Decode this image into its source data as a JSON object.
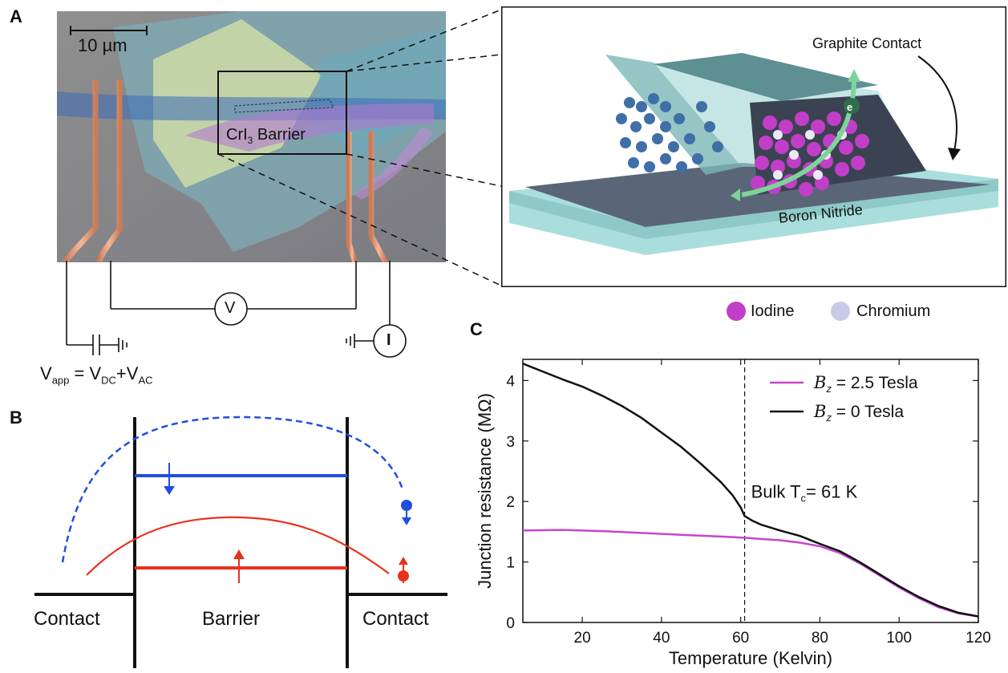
{
  "panels": {
    "a_label": "A",
    "b_label": "B",
    "c_label": "C"
  },
  "panel_a": {
    "scale_bar": "10 µm",
    "barrier_label_main": "CrI",
    "barrier_label_sub": "3",
    "barrier_label_tail": " Barrier",
    "voltmeter": "V",
    "current_meter": "I",
    "vapp_main": "V",
    "vapp_sub": "app",
    "vapp_eq": " = V",
    "vdc_sub": "DC",
    "plus_v": "+V",
    "vac_sub": "AC",
    "graphite_contact": "Graphite Contact",
    "boron_nitride": "Boron Nitride",
    "electron": "e",
    "legend_iodine": "Iodine",
    "legend_chromium": "Chromium",
    "colors": {
      "iodine": "#c23ec8",
      "chromium": "#c7cbe6",
      "hbn": "#8fd0d0",
      "graphite": "#5c6a7a"
    }
  },
  "panel_b": {
    "contact_left": "Contact",
    "barrier": "Barrier",
    "contact_right": "Contact",
    "colors": {
      "spin_down": "#1f4fe0",
      "spin_up": "#e8321e"
    }
  },
  "chart_data": {
    "type": "line",
    "xlabel": "Temperature (Kelvin)",
    "ylabel": "Junction resistance (MΩ)",
    "xlim": [
      5,
      120
    ],
    "ylim": [
      0,
      4.35
    ],
    "xticks": [
      20,
      40,
      60,
      80,
      100,
      120
    ],
    "yticks": [
      0,
      1,
      2,
      3,
      4
    ],
    "annotation": {
      "text_main": "Bulk T",
      "text_sub": "c",
      "text_tail": "= 61 K",
      "x": 61
    },
    "series": [
      {
        "name": "B_z = 2.5 Tesla",
        "legend_var": "B",
        "legend_sub": "z",
        "legend_val": " = 2.5 Tesla",
        "color": "#c646cc",
        "x": [
          5,
          15,
          25,
          35,
          45,
          55,
          61,
          65,
          70,
          75,
          80,
          85,
          90,
          95,
          100,
          105,
          110,
          115,
          120
        ],
        "y": [
          1.52,
          1.53,
          1.51,
          1.48,
          1.45,
          1.42,
          1.4,
          1.38,
          1.36,
          1.32,
          1.26,
          1.15,
          0.98,
          0.78,
          0.58,
          0.4,
          0.25,
          0.15,
          0.1
        ]
      },
      {
        "name": "B_z = 0 Tesla",
        "legend_var": "B",
        "legend_sub": "z",
        "legend_val": " = 0 Tesla",
        "color": "#111111",
        "x": [
          5,
          10,
          15,
          20,
          25,
          30,
          35,
          40,
          45,
          50,
          55,
          58,
          60,
          61,
          63,
          65,
          70,
          75,
          80,
          85,
          90,
          95,
          100,
          105,
          110,
          115,
          120
        ],
        "y": [
          4.28,
          4.15,
          4.02,
          3.9,
          3.75,
          3.58,
          3.38,
          3.14,
          2.9,
          2.62,
          2.32,
          2.1,
          1.9,
          1.76,
          1.68,
          1.62,
          1.52,
          1.43,
          1.3,
          1.18,
          1.0,
          0.8,
          0.6,
          0.42,
          0.27,
          0.16,
          0.1
        ]
      }
    ],
    "grid": false,
    "legend": "top-right"
  }
}
